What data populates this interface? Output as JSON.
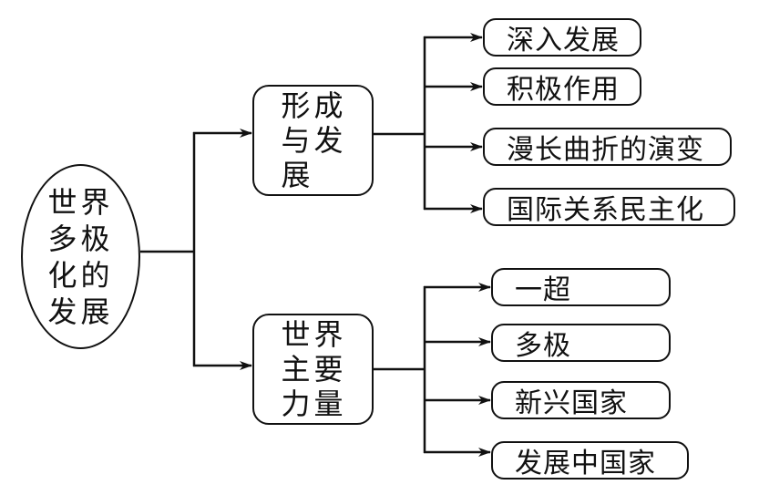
{
  "root": {
    "label": "世界多极化的发展"
  },
  "branches": [
    {
      "label": "形成与发展",
      "children": [
        "深入发展",
        "积极作用",
        "漫长曲折的演变",
        "国际关系民主化"
      ]
    },
    {
      "label": "世界主要力量",
      "children": [
        "一超",
        "多极",
        "新兴国家",
        "发展中国家"
      ]
    }
  ],
  "colors": {
    "stroke": "#111111",
    "background": "#ffffff"
  }
}
